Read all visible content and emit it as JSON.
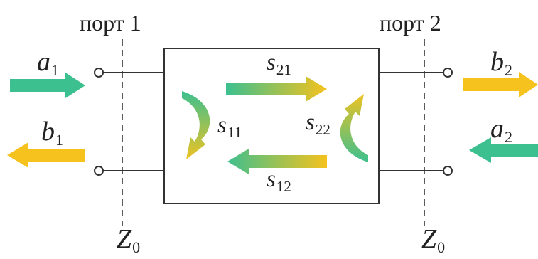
{
  "ports": {
    "port1": "порт 1",
    "port2": "порт 2"
  },
  "impedance": {
    "symbol": "Z",
    "left_sub": "0",
    "right_sub": "0"
  },
  "waves": {
    "a1": {
      "symbol": "a",
      "sub": "1"
    },
    "b1": {
      "symbol": "b",
      "sub": "1"
    },
    "a2": {
      "symbol": "a",
      "sub": "2"
    },
    "b2": {
      "symbol": "b",
      "sub": "2"
    }
  },
  "s_params": {
    "s11": {
      "symbol": "s",
      "sub": "11"
    },
    "s21": {
      "symbol": "s",
      "sub": "21"
    },
    "s22": {
      "symbol": "s",
      "sub": "22"
    },
    "s12": {
      "symbol": "s",
      "sub": "12"
    }
  },
  "colors": {
    "incident": "#3cc08f",
    "reflected": "#f5c21e",
    "line": "#333333"
  }
}
